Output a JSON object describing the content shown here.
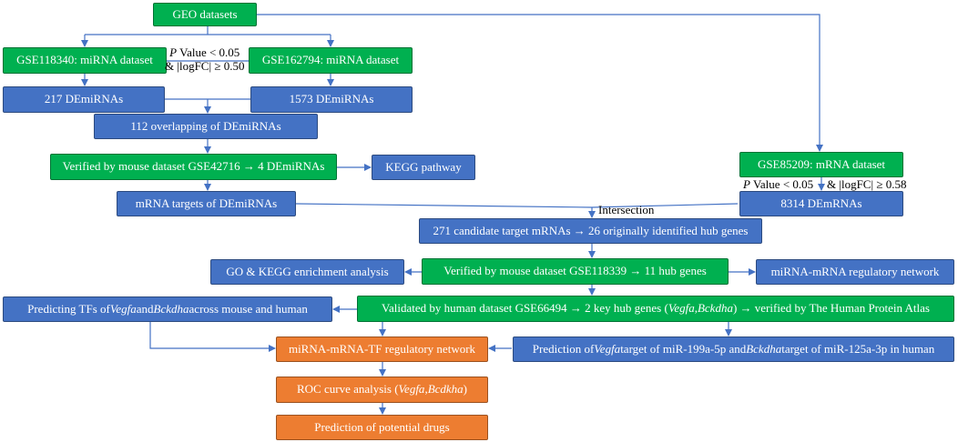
{
  "colors": {
    "green": "#00b050",
    "blue": "#4472c4",
    "orange": "#ed7d31",
    "arrow": "#4472c4"
  },
  "nodes": {
    "geo": "GEO datasets",
    "gse118340": "GSE118340: miRNA dataset",
    "gse162794": "GSE162794: miRNA dataset",
    "demirnas217": "217 DEmiRNAs",
    "demirnas1573": "1573 DEmiRNAs",
    "overlap112": "112 overlapping of DEmiRNAs",
    "verified42716": "Verified by mouse dataset GSE42716 → 4 DEmiRNAs",
    "kegg": "KEGG pathway",
    "mrnaTargets": "mRNA targets of DEmiRNAs",
    "gse85209": "GSE85209: mRNA dataset",
    "demrnas8314": "8314 DEmRNAs",
    "candidates271": "271 candidate target mRNAs → 26 originally identified hub genes",
    "goKegg": "GO & KEGG enrichment analysis",
    "verified118339": "Verified by mouse dataset GSE118339 →  11 hub genes",
    "mirnaMrnaNet": "miRNA-mRNA regulatory network",
    "predictTfs": {
      "a": "Predicting TFs of ",
      "b": "Vegfa",
      "c": " and ",
      "d": "Bckdha",
      "e": " across mouse and human"
    },
    "validated66494": {
      "a": "Validated by human dataset GSE66494  → 2 key hub genes (",
      "b": "Vegfa",
      "c": ", ",
      "d": "Bckdha",
      "e": ") → verified by The Human Protein Atlas"
    },
    "tfNet": "miRNA-mRNA-TF regulatory network",
    "predictionTargets": {
      "a": "Prediction of ",
      "b": "Vegfa",
      "c": " target of miR-199a-5p and ",
      "d": "Bckdha",
      "e": " target of miR-125a-3p in human"
    },
    "roc": {
      "a": "ROC curve analysis (",
      "b": "Vegfa",
      "c": ", ",
      "d": "Bcdkha",
      "e": ")"
    },
    "drugs": "Prediction of potential drugs"
  },
  "annotations": {
    "threshold1": {
      "p": "P",
      "line1": " Value < 0.05",
      "line2": "& |logFC| ≥ 0.50"
    },
    "threshold2": {
      "p": "P",
      "value": " Value < 0.05",
      "fc": "& |logFC| ≥ 0.58"
    },
    "intersection": "Intersection"
  }
}
